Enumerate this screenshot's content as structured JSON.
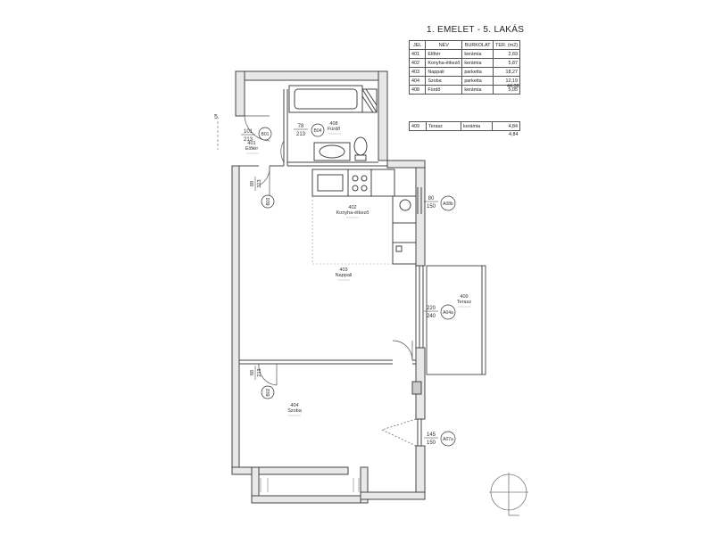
{
  "title": "1. EMELET - 5. LAKÁS",
  "table": {
    "headers": [
      "JEL",
      "NÉV",
      "BURKOLAT",
      "TER. (m2)"
    ],
    "rows": [
      [
        "401",
        "Előtér",
        "kerámia",
        "2,69"
      ],
      [
        "402",
        "Konyha-étkező",
        "kerámia",
        "5,87"
      ],
      [
        "403",
        "Nappali",
        "parketta",
        "18,27"
      ],
      [
        "404",
        "Szoba",
        "parketta",
        "12,19"
      ],
      [
        "408",
        "Fürdő",
        "kerámia",
        "5,05"
      ]
    ],
    "total": "44,08",
    "terrace": [
      "409",
      "Terasz",
      "kerámia",
      "4,84"
    ],
    "terrace_total": "4,84"
  },
  "rooms": {
    "r401": {
      "num": "401",
      "name": "Előtér"
    },
    "r402": {
      "num": "402",
      "name": "Konyha-étkező"
    },
    "r403": {
      "num": "403",
      "name": "Nappali"
    },
    "r404": {
      "num": "404",
      "name": "Szoba"
    },
    "r408": {
      "num": "408",
      "name": "Fürdő"
    },
    "r409": {
      "num": "409",
      "name": "Terasz"
    }
  },
  "doors": {
    "d101": {
      "w": "101",
      "h": "213",
      "tag": "B01"
    },
    "d78": {
      "w": "78",
      "h": "213",
      "tag": "B04"
    },
    "d88a": {
      "w": "88",
      "h": "213",
      "tag": "B03"
    },
    "d88b": {
      "w": "88",
      "h": "213",
      "tag": "B02"
    }
  },
  "windows": {
    "w80": {
      "w": "80",
      "h": "150",
      "tag": "A08b"
    },
    "w220": {
      "w": "220",
      "h": "240",
      "tag": "A04a"
    },
    "w145": {
      "w": "145",
      "h": "150",
      "tag": "A07a"
    }
  },
  "entry_mark": "5."
}
